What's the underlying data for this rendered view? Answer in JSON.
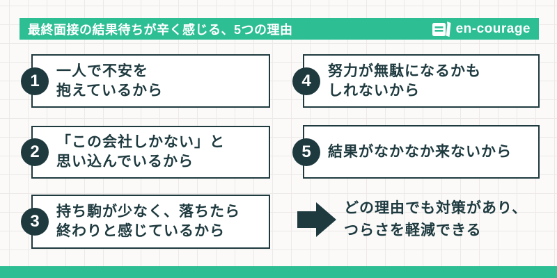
{
  "header": {
    "title": "最終面接の結果待ちが辛く感じる、5つの理由",
    "logo_text": "en-courage",
    "logo_icon": "book-icon"
  },
  "items": [
    {
      "number": "1",
      "line1": "一人で不安を",
      "line2": "抱えているから"
    },
    {
      "number": "2",
      "line1": "「この会社しかない」と",
      "line2": "思い込んでいるから"
    },
    {
      "number": "3",
      "line1": "持ち駒が少なく、落ちたら",
      "line2": "終わりと感じているから"
    },
    {
      "number": "4",
      "line1": "努力が無駄になるかも",
      "line2": "しれないから"
    },
    {
      "number": "5",
      "line1": "結果がなかなか来ないから",
      "line2": ""
    }
  ],
  "conclusion": {
    "arrow_icon": "right-arrow-icon",
    "line1": "どの理由でも対策があり、",
    "line2": "つらさを軽減できる"
  },
  "colors": {
    "accent_teal": "#2dbe94",
    "dark_ink": "#1e3a3f",
    "box_background": "#ffffff",
    "grid_line": "#ece9e8",
    "page_background": "#fbfaf9"
  }
}
